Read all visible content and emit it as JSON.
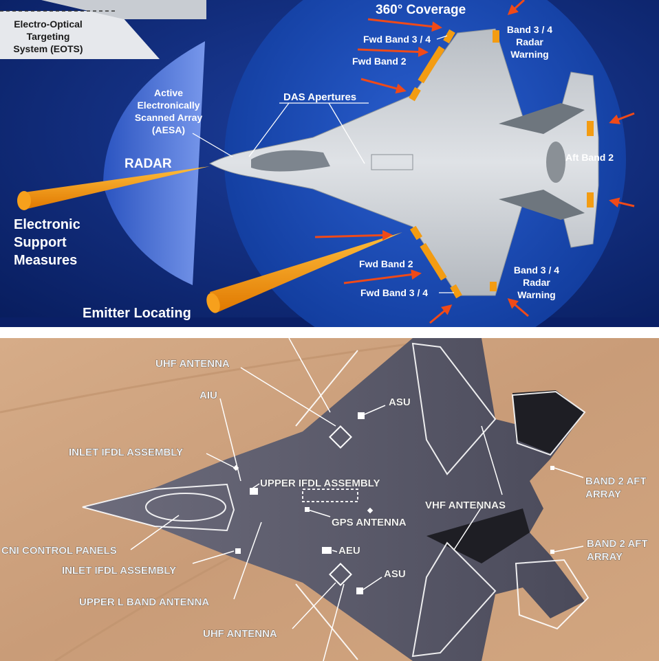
{
  "top_panel": {
    "coverage_title": "360° Coverage",
    "eots_label": [
      "Electro-Optical",
      "Targeting",
      "System (EOTS)"
    ],
    "aesa_label": [
      "Active",
      "Electronically",
      "Scanned Array",
      "(AESA)"
    ],
    "radar_label": "RADAR",
    "esm_label": [
      "Electronic",
      "Support",
      "Measures"
    ],
    "emitter_label": "Emitter Locating",
    "das_label": "DAS Apertures",
    "fwd_band34_top": "Fwd Band 3 / 4",
    "fwd_band2_top": "Fwd Band 2",
    "band34_rw_top": [
      "Band 3 / 4",
      "Radar",
      "Warning"
    ],
    "aft_band2": "Aft Band 2",
    "fwd_band2_bottom": "Fwd Band 2",
    "fwd_band34_bottom": "Fwd Band 3 / 4",
    "band34_rw_bottom": [
      "Band 3 / 4",
      "Radar",
      "Warning"
    ]
  },
  "bottom_panel": {
    "uhf_antenna_top": "UHF ANTENNA",
    "aiu": "AIU",
    "asu_top": "ASU",
    "inlet_ifdl_top": "INLET IFDL ASSEMBLY",
    "upper_ifdl": "UPPER IFDL ASSEMBLY",
    "gps_antenna": "GPS ANTENNA",
    "vhf_antennas": "VHF ANTENNAS",
    "band2_aft_top": [
      "BAND 2 AFT",
      "ARRAY"
    ],
    "band2_aft_bottom": [
      "BAND 2 AFT",
      "ARRAY"
    ],
    "cni_panels": "CNI CONTROL PANELS",
    "inlet_ifdl_bottom": "INLET IFDL ASSEMBLY",
    "aeu": "AEU",
    "asu_bottom": "ASU",
    "upper_l_band": "UPPER L BAND ANTENNA",
    "uhf_antenna_bottom": "UHF ANTENNA"
  },
  "colors": {
    "top_background": "#0d2a78",
    "coverage_circle": "#1a4bb5",
    "band_marker": "#f39c12",
    "arrow": "#f04a18",
    "desert": "#cfa47f",
    "aircraft_top": "#c9cdd2",
    "aircraft_bottom": "#5c5c6e"
  }
}
